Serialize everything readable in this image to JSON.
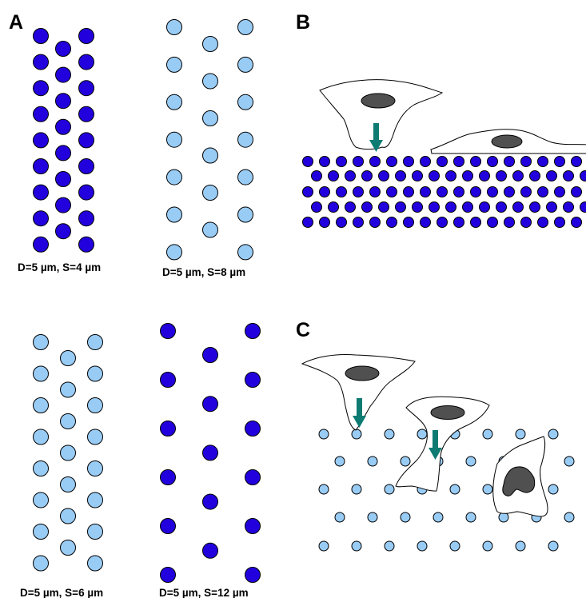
{
  "panels": {
    "A": {
      "letter": "A"
    },
    "B": {
      "letter": "B"
    },
    "C": {
      "letter": "C"
    }
  },
  "captions": {
    "s4": "D=5 µm, S=4 µm",
    "s8": "D=5 µm, S=8 µm",
    "s6": "D=5 µm, S=6 µm",
    "s12": "D=5 µm, S=12 µm"
  },
  "colors": {
    "dark_pillar": "#2200dd",
    "light_pillar": "#99ccf5",
    "pillar_stroke": "#000000",
    "nucleus": "#505050",
    "arrow": "#0d7b72"
  }
}
